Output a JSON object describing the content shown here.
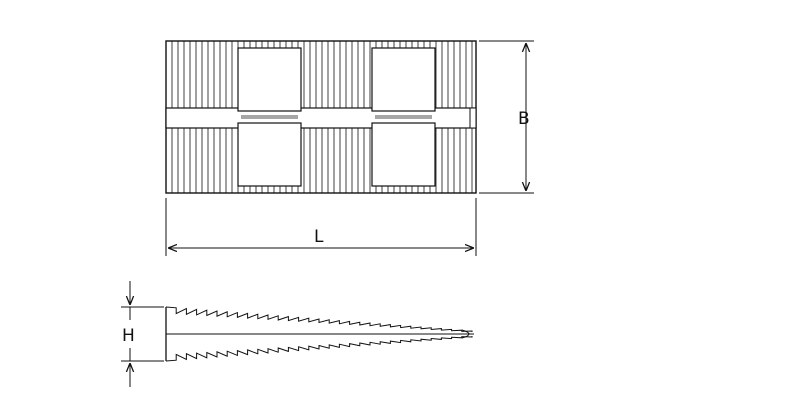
{
  "diagram": {
    "title": "",
    "labels": {
      "length": "L",
      "width": "B",
      "height": "H"
    },
    "colors": {
      "line": "#111111",
      "background": "#ffffff"
    }
  }
}
